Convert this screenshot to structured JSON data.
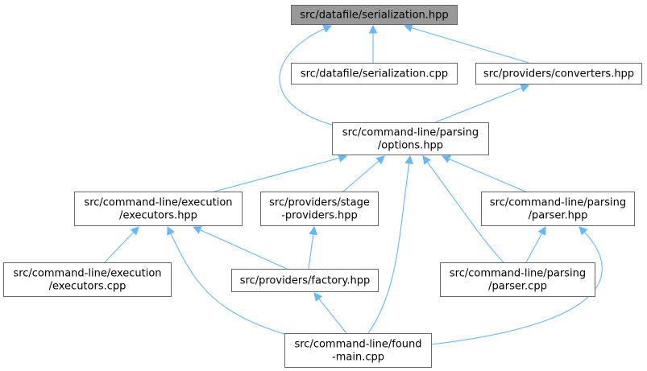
{
  "colors": {
    "edge": "#63b8ff",
    "node_fill": "#ffffff",
    "root_fill": "#999999",
    "node_border": "#666666",
    "text": "#000000"
  },
  "nodes": [
    {
      "id": "serialization_hpp",
      "lines": [
        "src/datafile/serialization.hpp"
      ],
      "root": true
    },
    {
      "id": "serialization_cpp",
      "lines": [
        "src/datafile/serialization.cpp"
      ]
    },
    {
      "id": "converters_hpp",
      "lines": [
        "src/providers/converters.hpp"
      ]
    },
    {
      "id": "options_hpp",
      "lines": [
        "src/command-line/parsing",
        "/options.hpp"
      ]
    },
    {
      "id": "executors_hpp",
      "lines": [
        "src/command-line/execution",
        "/executors.hpp"
      ]
    },
    {
      "id": "stage_providers_hpp",
      "lines": [
        "src/providers/stage",
        "-providers.hpp"
      ]
    },
    {
      "id": "parser_hpp",
      "lines": [
        "src/command-line/parsing",
        "/parser.hpp"
      ]
    },
    {
      "id": "executors_cpp",
      "lines": [
        "src/command-line/execution",
        "/executors.cpp"
      ]
    },
    {
      "id": "factory_hpp",
      "lines": [
        "src/providers/factory.hpp"
      ]
    },
    {
      "id": "parser_cpp",
      "lines": [
        "src/command-line/parsing",
        "/parser.cpp"
      ]
    },
    {
      "id": "found_main_cpp",
      "lines": [
        "src/command-line/found",
        "-main.cpp"
      ]
    }
  ],
  "edges": [
    {
      "from": "serialization_hpp",
      "to": "serialization_cpp"
    },
    {
      "from": "serialization_hpp",
      "to": "converters_hpp"
    },
    {
      "from": "serialization_hpp",
      "to": "options_hpp"
    },
    {
      "from": "converters_hpp",
      "to": "options_hpp"
    },
    {
      "from": "options_hpp",
      "to": "executors_hpp"
    },
    {
      "from": "options_hpp",
      "to": "stage_providers_hpp"
    },
    {
      "from": "options_hpp",
      "to": "parser_hpp"
    },
    {
      "from": "options_hpp",
      "to": "parser_cpp"
    },
    {
      "from": "options_hpp",
      "to": "found_main_cpp"
    },
    {
      "from": "executors_hpp",
      "to": "executors_cpp"
    },
    {
      "from": "executors_hpp",
      "to": "factory_hpp"
    },
    {
      "from": "executors_hpp",
      "to": "found_main_cpp"
    },
    {
      "from": "stage_providers_hpp",
      "to": "factory_hpp"
    },
    {
      "from": "parser_hpp",
      "to": "parser_cpp"
    },
    {
      "from": "parser_hpp",
      "to": "found_main_cpp"
    },
    {
      "from": "factory_hpp",
      "to": "found_main_cpp"
    }
  ]
}
